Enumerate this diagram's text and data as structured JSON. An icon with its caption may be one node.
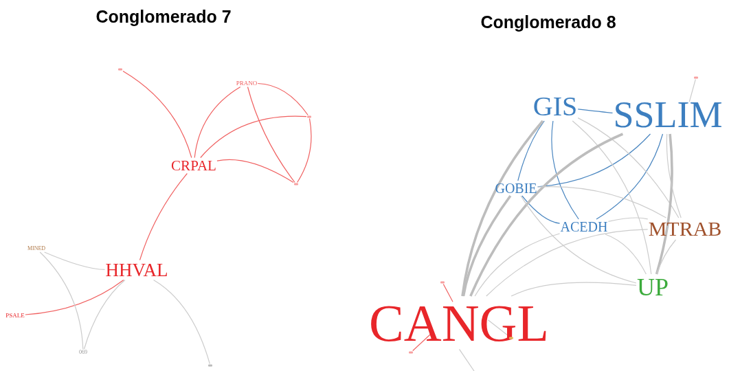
{
  "diagram": {
    "nodes": [
      {
        "text": [
          "CRPAL"
        ]
      },
      {
        "text": [
          "HHVAL"
        ]
      },
      {
        "text": [
          "PRANO"
        ]
      },
      {
        "text": [],
        "shape": "dot"
      },
      {
        "text": [],
        "shape": "dot"
      },
      {
        "text": [],
        "shape": "dot"
      },
      {
        "text": [
          "MINED"
        ]
      },
      {
        "text": [
          "PSALE"
        ]
      },
      {
        "text": [
          "069"
        ]
      },
      {
        "text": [],
        "shape": "dot"
      },
      {
        "text": [
          "GIS"
        ]
      },
      {
        "text": [
          "SSLIM"
        ]
      },
      {
        "text": [
          "GOBIE"
        ]
      },
      {
        "text": [
          "ACEDH"
        ]
      },
      {
        "text": [
          "MTRAB"
        ]
      },
      {
        "text": [
          "UP"
        ]
      },
      {
        "text": [
          "CANGL"
        ]
      },
      {
        "text": [],
        "shape": "dot"
      },
      {
        "text": [],
        "shape": "dot"
      },
      {
        "text": [],
        "shape": "dot"
      },
      {
        "text": [],
        "shape": "dot"
      }
    ],
    "edges": [
      {
        "from": 0,
        "to": 3,
        "arrow": "none",
        "color": "#f06060"
      },
      {
        "from": 0,
        "to": 2,
        "arrow": "none",
        "color": "#f06060"
      },
      {
        "from": 0,
        "to": 4,
        "arrow": "none",
        "color": "#f06060"
      },
      {
        "from": 0,
        "to": 5,
        "arrow": "none",
        "color": "#f06060"
      },
      {
        "from": 2,
        "to": 4,
        "arrow": "none",
        "color": "#f06060"
      },
      {
        "from": 2,
        "to": 5,
        "arrow": "none",
        "color": "#f06060"
      },
      {
        "from": 4,
        "to": 5,
        "arrow": "none",
        "color": "#f06060"
      },
      {
        "from": 0,
        "to": 1,
        "arrow": "none",
        "color": "#f06060"
      },
      {
        "from": 1,
        "to": 7,
        "arrow": "none",
        "color": "#f06060"
      },
      {
        "from": 6,
        "to": 1,
        "arrow": "none"
      },
      {
        "from": 6,
        "to": 8,
        "arrow": "none"
      },
      {
        "from": 1,
        "to": 8,
        "arrow": "none"
      },
      {
        "from": 1,
        "to": 9,
        "arrow": "none"
      },
      {
        "from": 10,
        "to": 11,
        "arrow": "none",
        "color": "#4a86c0"
      },
      {
        "from": 10,
        "to": 12,
        "arrow": "none",
        "color": "#4a86c0"
      },
      {
        "from": 10,
        "to": 13,
        "arrow": "none",
        "color": "#4a86c0"
      },
      {
        "from": 11,
        "to": 12,
        "arrow": "none",
        "color": "#4a86c0"
      },
      {
        "from": 11,
        "to": 13,
        "arrow": "none",
        "color": "#4a86c0"
      },
      {
        "from": 12,
        "to": 13,
        "arrow": "none",
        "color": "#4a86c0"
      },
      {
        "from": 10,
        "to": 14,
        "arrow": "none"
      },
      {
        "from": 10,
        "to": 15,
        "arrow": "none"
      },
      {
        "from": 10,
        "to": 16,
        "arrow": "none",
        "style": "thick"
      },
      {
        "from": 11,
        "to": 16,
        "arrow": "none",
        "style": "thick"
      },
      {
        "from": 11,
        "to": 15,
        "arrow": "none",
        "style": "thick"
      },
      {
        "from": 11,
        "to": 14,
        "arrow": "none"
      },
      {
        "from": 11,
        "to": 17,
        "arrow": "none"
      },
      {
        "from": 12,
        "to": 14,
        "arrow": "none"
      },
      {
        "from": 12,
        "to": 16,
        "arrow": "none",
        "style": "thick"
      },
      {
        "from": 12,
        "to": 15,
        "arrow": "none"
      },
      {
        "from": 13,
        "to": 14,
        "arrow": "none"
      },
      {
        "from": 13,
        "to": 16,
        "arrow": "none"
      },
      {
        "from": 13,
        "to": 15,
        "arrow": "none"
      },
      {
        "from": 14,
        "to": 15,
        "arrow": "none"
      },
      {
        "from": 14,
        "to": 16,
        "arrow": "none"
      },
      {
        "from": 15,
        "to": 16,
        "arrow": "none"
      },
      {
        "from": 16,
        "to": 18,
        "arrow": "none",
        "color": "#f06060"
      },
      {
        "from": 16,
        "to": 19,
        "arrow": "none",
        "color": "#f06060"
      },
      {
        "from": 16,
        "to": 20,
        "arrow": "none"
      },
      {
        "from": 16,
        "to": null,
        "arrow": "none"
      }
    ],
    "labels": [
      "Conglomerado 7",
      "Conglomerado 8"
    ]
  }
}
